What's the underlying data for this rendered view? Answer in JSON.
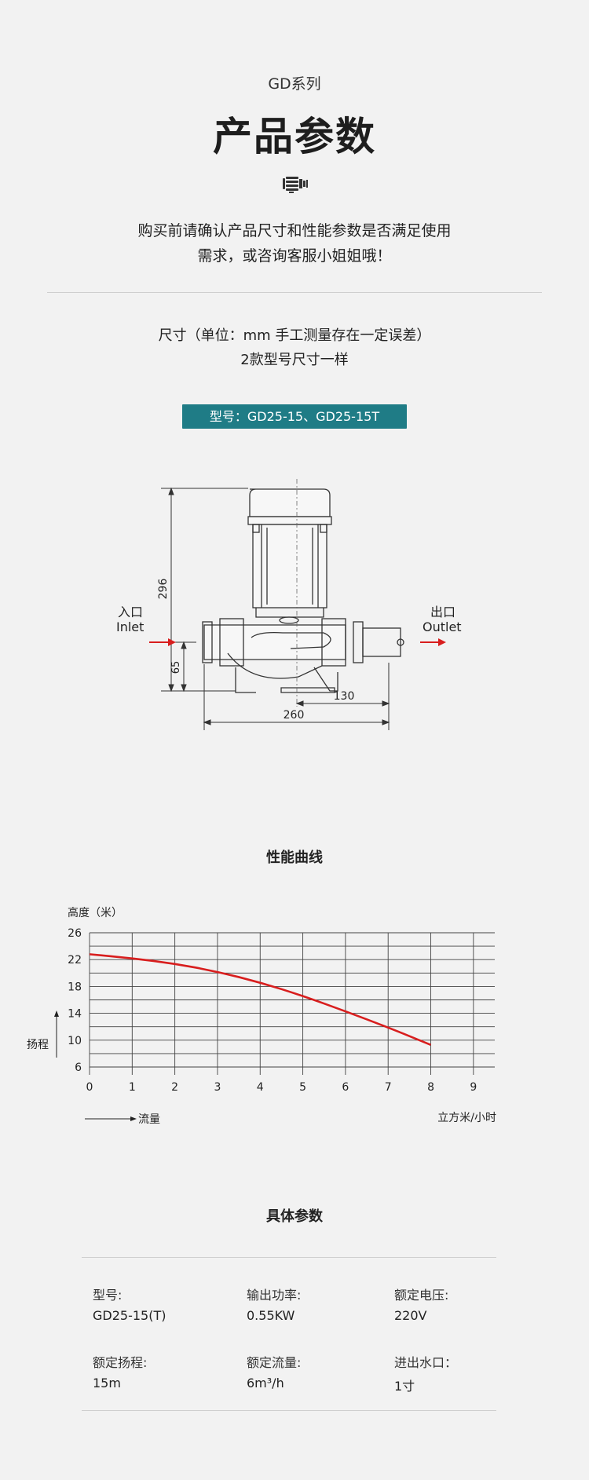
{
  "header": {
    "series": "GD系列",
    "title": "产品参数",
    "icon": "pump-icon",
    "intro_line1": "购买前请确认产品尺寸和性能参数是否满足使用",
    "intro_line2": "需求，或咨询客服小姐姐哦！"
  },
  "dimensions": {
    "title_line1": "尺寸（单位：mm 手工测量存在一定误差）",
    "title_line2": "2款型号尺寸一样",
    "model_badge": "型号：GD25-15、GD25-15T",
    "diagram": {
      "inlet_cn": "入口",
      "inlet_en": "Inlet",
      "outlet_cn": "出口",
      "outlet_en": "Outlet",
      "dim_height": "296",
      "dim_inlet_height": "65",
      "dim_half_width": "130",
      "dim_width": "260"
    }
  },
  "performance": {
    "title": "性能曲线",
    "ylabel_unit": "高度（米）",
    "ylabel": "扬程",
    "xlabel": "流量",
    "xunit": "立方米/小时"
  },
  "chart_data": {
    "type": "line",
    "x": [
      0,
      1,
      2,
      3,
      4,
      5,
      6,
      7,
      8
    ],
    "series": [
      {
        "values": [
          22.8,
          22.2,
          21.4,
          20.2,
          18.6,
          16.6,
          14.3,
          11.9,
          9.3
        ]
      }
    ],
    "title": "",
    "xlabel": "流量",
    "ylabel": "扬程",
    "xunit": "立方米/小时",
    "yunit": "高度（米）",
    "xlim": [
      0,
      9.5
    ],
    "ylim": [
      6,
      26
    ],
    "xticks": [
      "0",
      "1",
      "2",
      "3",
      "4",
      "5",
      "6",
      "7",
      "8",
      "9"
    ],
    "yticks": [
      "6",
      "10",
      "14",
      "18",
      "22",
      "26"
    ],
    "grid": true,
    "line_color": "#d81e1e"
  },
  "params": {
    "title": "具体参数",
    "items": [
      {
        "label": "型号:",
        "value": "GD25-15(T)"
      },
      {
        "label": "输出功率:",
        "value": "0.55KW"
      },
      {
        "label": "额定电压:",
        "value": "220V"
      },
      {
        "label": "额定扬程:",
        "value": "15m"
      },
      {
        "label": "额定流量:",
        "value": "6m³/h"
      },
      {
        "label": "进出水口：",
        "value": "1寸"
      }
    ]
  }
}
